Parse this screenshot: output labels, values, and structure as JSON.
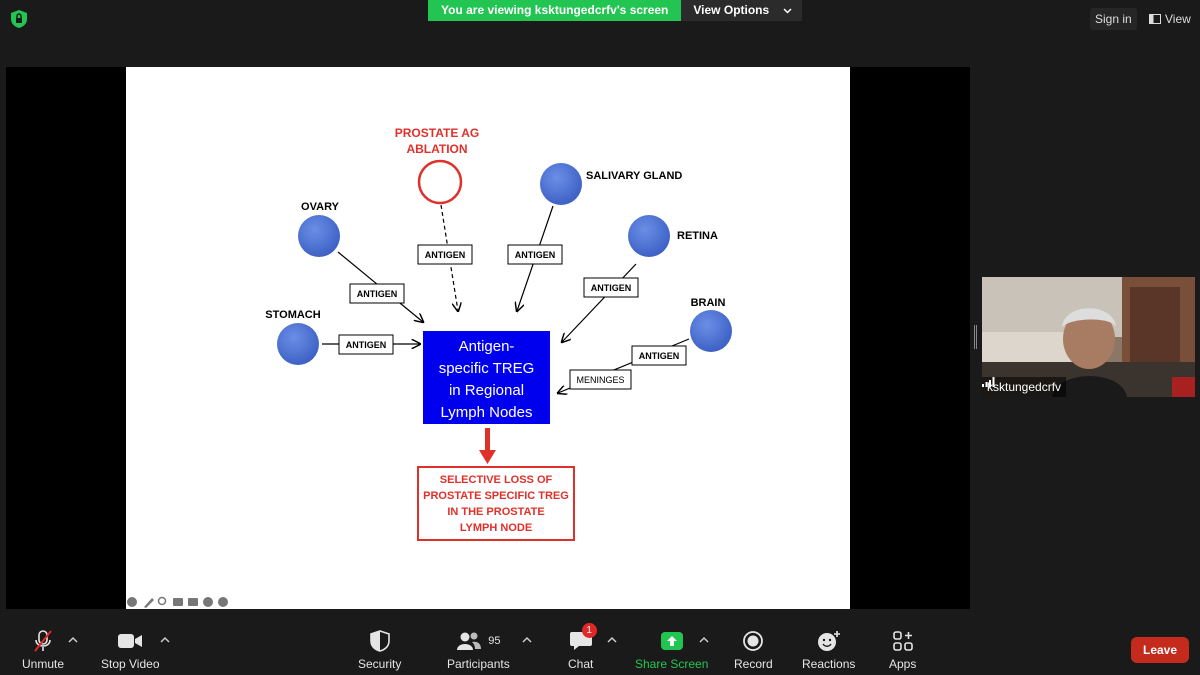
{
  "topbar": {
    "banner_text": "You are viewing ksktungedcrfv's screen",
    "view_options_label": "View Options",
    "signin_label": "Sign in",
    "view_label": "View",
    "shield_icon": "shield-icon"
  },
  "slide": {
    "top_label": "PROSTATE AG\nABLATION",
    "top_label_line1": "PROSTATE AG",
    "top_label_line2": "ABLATION",
    "organs": {
      "ovary": "OVARY",
      "salivary": "SALIVARY GLAND",
      "retina": "RETINA",
      "stomach": "STOMACH",
      "brain": "BRAIN"
    },
    "antigen_label": "ANTIGEN",
    "meninges_label": "MENINGES",
    "center_box": [
      "Antigen-",
      "specific TREG",
      "in Regional",
      "Lymph Nodes"
    ],
    "result_box": [
      "SELECTIVE LOSS OF",
      "PROSTATE SPECIFIC TREG",
      "IN THE PROSTATE",
      "LYMPH NODE"
    ],
    "colors": {
      "center_fill": "#0000ee",
      "red": "#e0302a",
      "organ_blue": "#4a6fcf"
    }
  },
  "video": {
    "participant_name": "ksktungedcrfv"
  },
  "toolbar": {
    "unmute": "Unmute",
    "stop_video": "Stop Video",
    "security": "Security",
    "participants": "Participants",
    "participants_count": "95",
    "chat": "Chat",
    "chat_badge": "1",
    "share_screen": "Share Screen",
    "record": "Record",
    "reactions": "Reactions",
    "apps": "Apps",
    "leave": "Leave"
  }
}
